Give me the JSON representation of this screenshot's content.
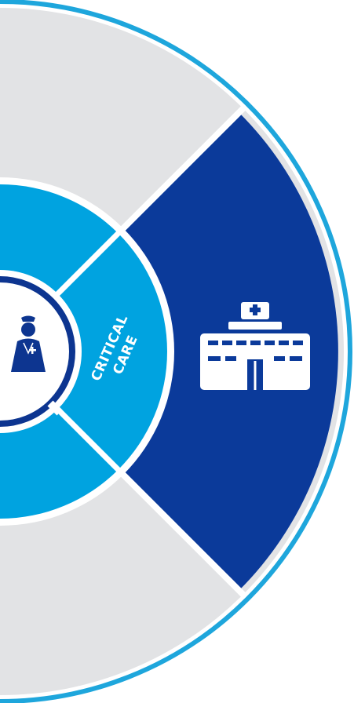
{
  "diagram": {
    "segments": [
      {
        "id": "critical-care",
        "label_lines": [
          "CRITICAL",
          "CARE"
        ]
      }
    ],
    "icons": {
      "center": "nurse-icon",
      "outer_right": "hospital-icon"
    },
    "colors": {
      "outer_ring_border": "#1ea6dc",
      "grey_sector": "#e2e3e5",
      "dark_blue_sector": "#0b3a9a",
      "light_blue_ring": "#00a3e0",
      "center_ring": "#0d3590",
      "center_fill": "#ffffff",
      "divider": "#ffffff"
    }
  }
}
